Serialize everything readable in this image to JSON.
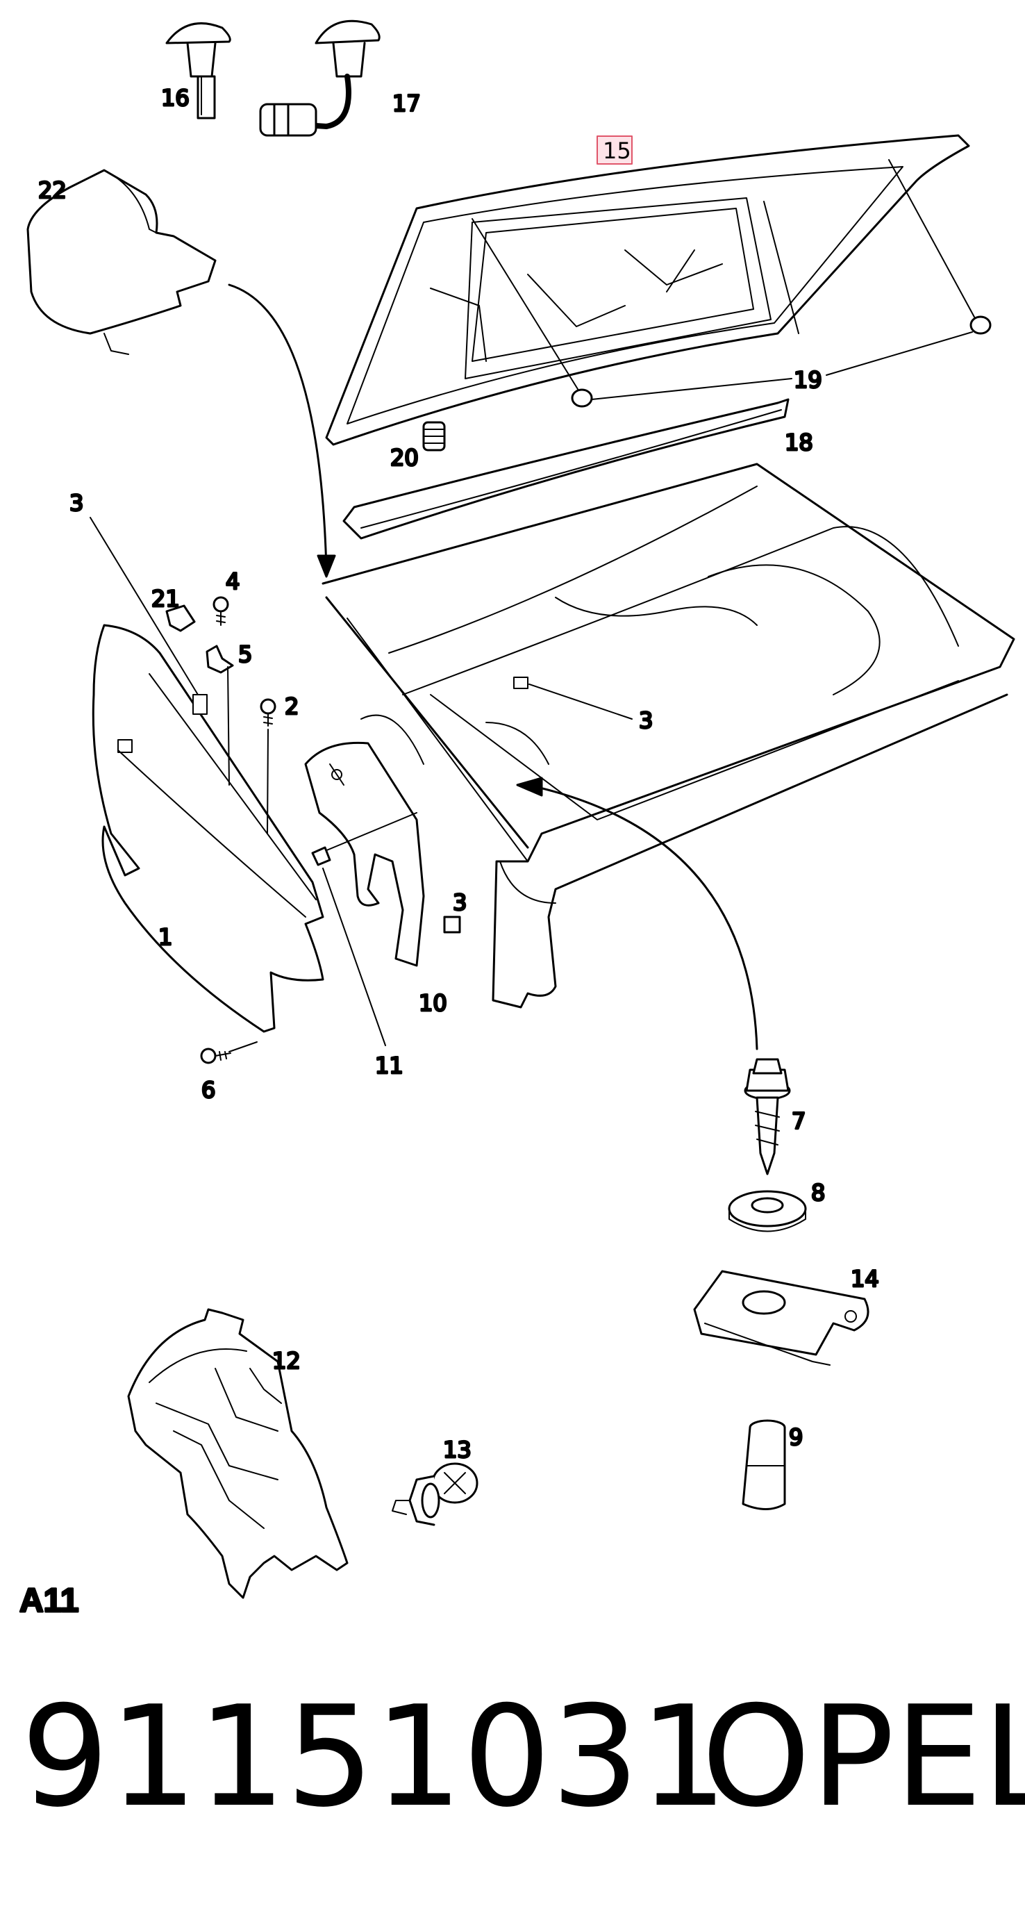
{
  "callouts": {
    "c1": "1",
    "c2": "2",
    "c3a": "3",
    "c3b": "3",
    "c3c": "3",
    "c4": "4",
    "c5": "5",
    "c6": "6",
    "c7": "7",
    "c8": "8",
    "c9": "9",
    "c10": "10",
    "c11": "11",
    "c12": "12",
    "c13": "13",
    "c14": "14",
    "c15": "15",
    "c16": "16",
    "c17": "17",
    "c18": "18",
    "c19": "19",
    "c20": "20",
    "c21": "21",
    "c22": "22"
  },
  "section_code": "A11",
  "part_number": "91151031",
  "brand": "OPEL",
  "highlight_color": "#e0566a"
}
